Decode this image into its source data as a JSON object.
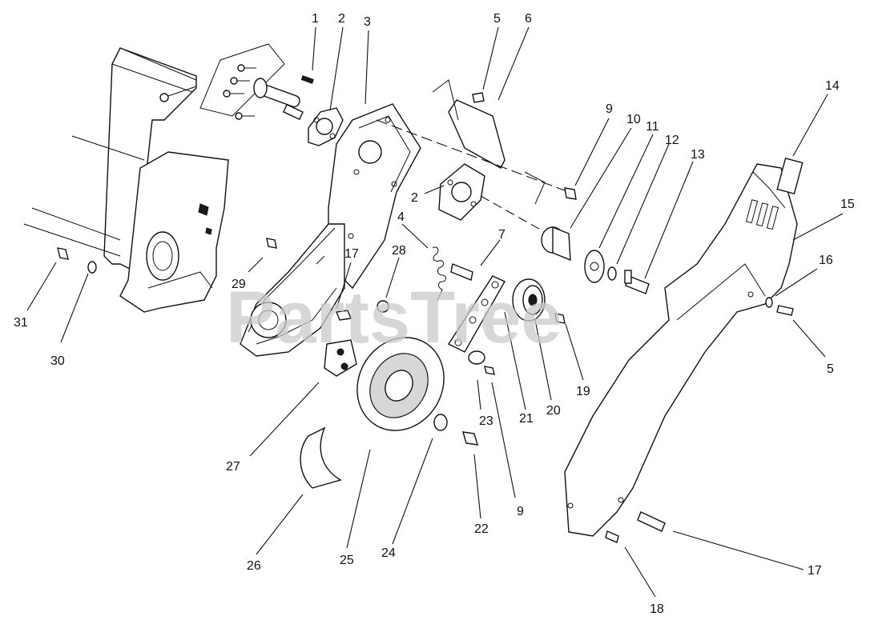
{
  "watermark": "PartsTree",
  "callouts": [
    {
      "id": "c1",
      "label": "1"
    },
    {
      "id": "c2a",
      "label": "2"
    },
    {
      "id": "c3",
      "label": "3"
    },
    {
      "id": "c5a",
      "label": "5"
    },
    {
      "id": "c6",
      "label": "6"
    },
    {
      "id": "c14",
      "label": "14"
    },
    {
      "id": "c9a",
      "label": "9"
    },
    {
      "id": "c10",
      "label": "10"
    },
    {
      "id": "c11",
      "label": "11"
    },
    {
      "id": "c12",
      "label": "12"
    },
    {
      "id": "c13",
      "label": "13"
    },
    {
      "id": "c2b",
      "label": "2"
    },
    {
      "id": "c15",
      "label": "15"
    },
    {
      "id": "c4",
      "label": "4"
    },
    {
      "id": "c7",
      "label": "7"
    },
    {
      "id": "c16",
      "label": "16"
    },
    {
      "id": "c28",
      "label": "28"
    },
    {
      "id": "c17a",
      "label": "17"
    },
    {
      "id": "c29",
      "label": "29"
    },
    {
      "id": "c31",
      "label": "31"
    },
    {
      "id": "c30",
      "label": "30"
    },
    {
      "id": "c5b",
      "label": "5"
    },
    {
      "id": "c19",
      "label": "19"
    },
    {
      "id": "c20",
      "label": "20"
    },
    {
      "id": "c21",
      "label": "21"
    },
    {
      "id": "c23",
      "label": "23"
    },
    {
      "id": "c27",
      "label": "27"
    },
    {
      "id": "c9b",
      "label": "9"
    },
    {
      "id": "c22",
      "label": "22"
    },
    {
      "id": "c26",
      "label": "26"
    },
    {
      "id": "c25",
      "label": "25"
    },
    {
      "id": "c24",
      "label": "24"
    },
    {
      "id": "c17b",
      "label": "17"
    },
    {
      "id": "c18",
      "label": "18"
    }
  ]
}
